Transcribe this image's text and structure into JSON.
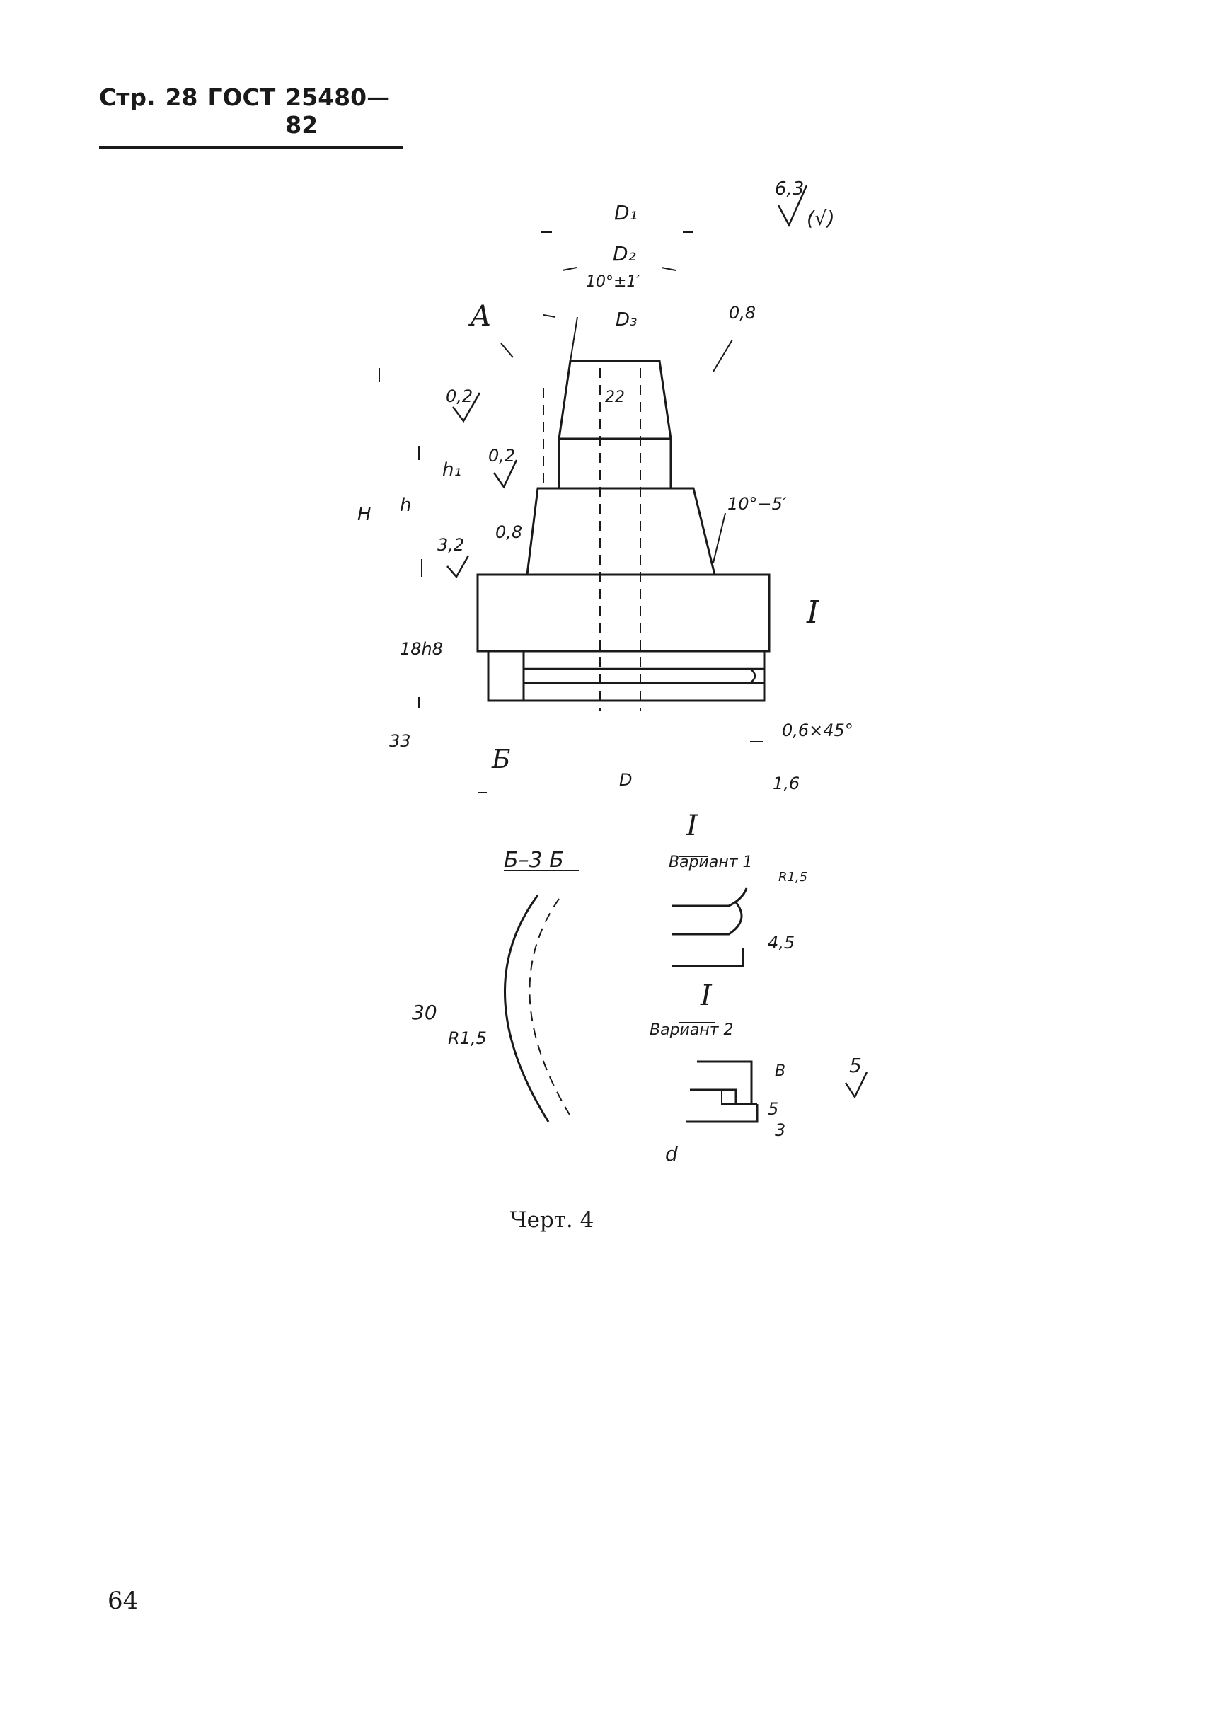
{
  "header": {
    "page_prefix": "Стр.",
    "page_no": "28",
    "standard": "ГОСТ",
    "number": "25480—82"
  },
  "drawing": {
    "labels": {
      "D1": "D₁",
      "D2": "D₂",
      "D3": "D₃",
      "angle_top": "10°±1′",
      "angle_side": "10°−5′",
      "section_A": "A",
      "section_B": "Б",
      "section_I": "I",
      "H": "H",
      "h": "h",
      "h1": "h₁",
      "dim_18h8": "18h8",
      "dim_33": "33",
      "dim_chamfer": "0,6×45°",
      "D_bottom": "D",
      "rough_63": "6,3",
      "rough_paren": "(√)",
      "rough_02a": "0,2",
      "rough_02b": "0,2",
      "rough_08a": "0,8",
      "rough_08b": "0,8",
      "rough_32": "3,2",
      "rough_16": "1,6",
      "center_22": "22",
      "section_view": "Б–3 Б",
      "dim_30": "30",
      "dim_R15": "R1,5",
      "variant1_I": "I",
      "variant1_title": "Вариант 1",
      "variant1_R": "R1,5",
      "variant1_45": "4,5",
      "variant2_I": "I",
      "variant2_title": "Вариант 2",
      "variant2_B": "B",
      "variant2_5a": "5",
      "variant2_5b": "5",
      "variant2_3": "3",
      "variant2_d": "d"
    }
  },
  "caption": "Черт. 4",
  "page_number": "64"
}
